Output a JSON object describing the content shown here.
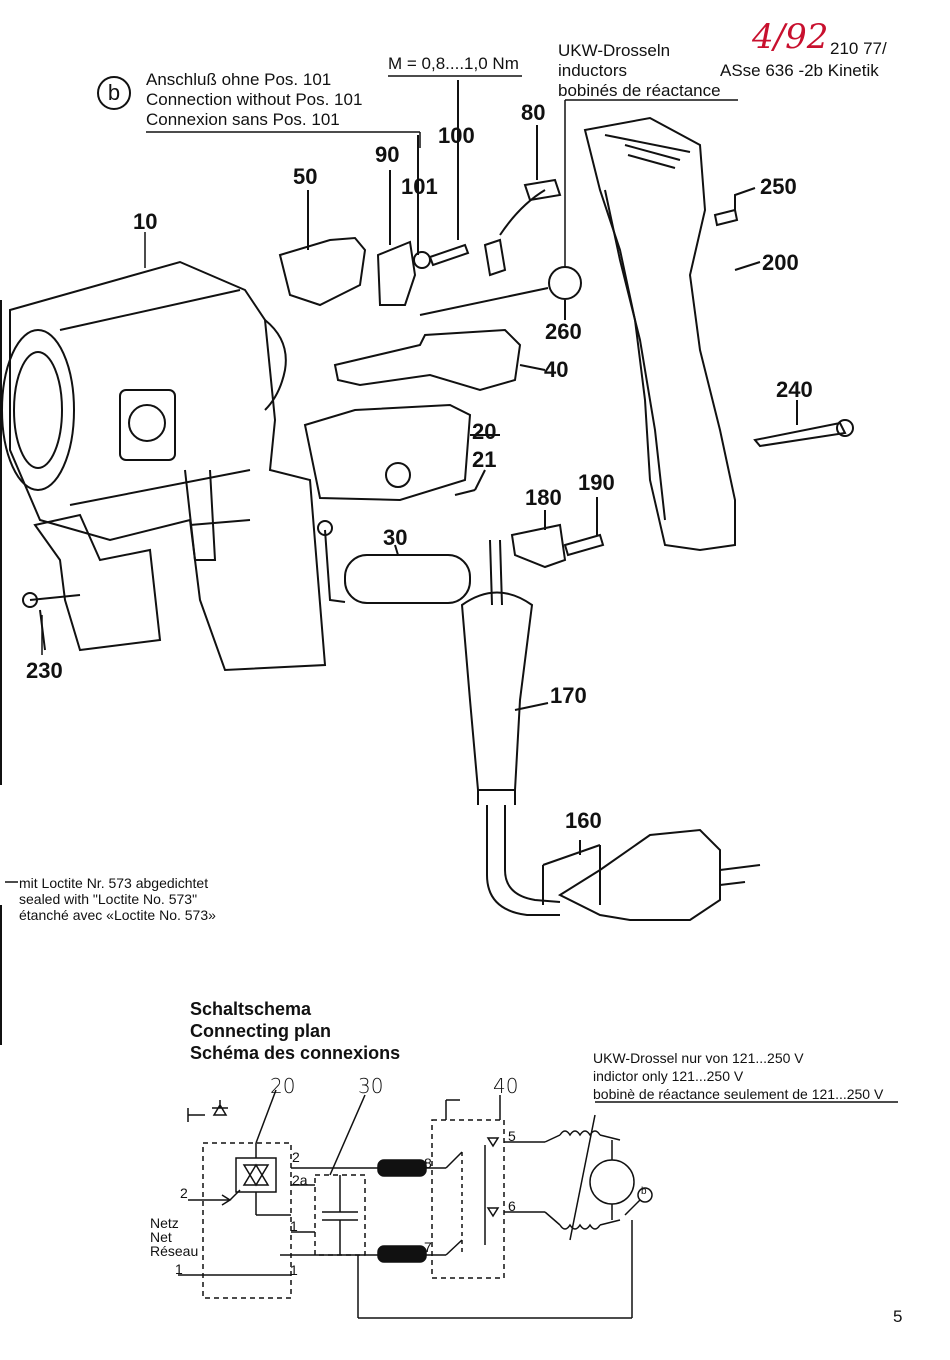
{
  "header": {
    "handwritten_date": "4/92",
    "doc_number": "210 77/",
    "model": "ASse 636 -2b Kinetik",
    "inductors_de": "UKW-Drosseln",
    "inductors_en": "inductors",
    "inductors_fr": "bobinés de réactance",
    "torque": "M = 0,8....1,0 Nm"
  },
  "note_b": {
    "letter": "b",
    "de": "Anschluß ohne Pos. 101",
    "en": "Connection without Pos. 101",
    "fr": "Connexion sans Pos. 101"
  },
  "parts": [
    "10",
    "50",
    "90",
    "101",
    "100",
    "80",
    "250",
    "200",
    "260",
    "40",
    "240",
    "20",
    "21",
    "180",
    "190",
    "30",
    "230",
    "170",
    "160"
  ],
  "loctite": {
    "de": "mit Loctite Nr. 573 abgedichtet",
    "en": "sealed with \"Loctite No. 573\"",
    "fr": "étanché avec «Loctite No. 573»"
  },
  "schematic": {
    "title_de": "Schaltschema",
    "title_en": "Connecting plan",
    "title_fr": "Schéma des connexions",
    "labels": [
      "20",
      "30",
      "40"
    ],
    "inductor_note_de": "UKW-Drossel nur von 121...250 V",
    "inductor_note_en": "indictor only 121...250 V",
    "inductor_note_fr": "bobinè de réactance seulement de 121...250 V",
    "mains_de": "Netz",
    "mains_en": "Net",
    "mains_fr": "Réseau",
    "terminals": [
      "2",
      "2a",
      "1",
      "1",
      "2",
      "1",
      "8",
      "7",
      "5",
      "6"
    ],
    "note_b": "b"
  },
  "page_number": "5"
}
